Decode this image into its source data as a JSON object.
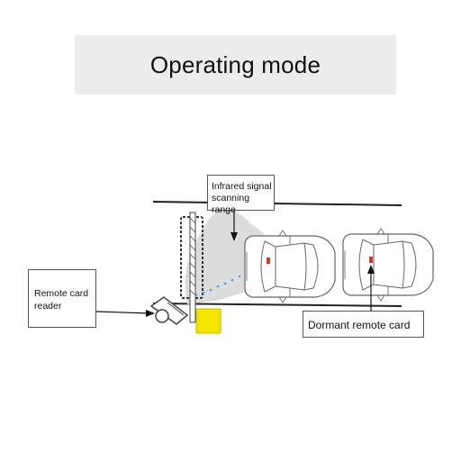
{
  "title": "Operating mode",
  "labels": {
    "infrared_line1": "Infrared signal",
    "infrared_line2": "scanning range",
    "reader_line1": "Remote card",
    "reader_line2": "reader",
    "dormant": "Dormant remote card"
  },
  "colors": {
    "banner_bg": "#ececec",
    "scan_area": "#dcdcdc",
    "signal_dots": "#6e9fd4",
    "card_box": "#f5e400",
    "remote_card": "#d23a2e",
    "road_line": "#222222",
    "car_outline": "#666666"
  },
  "icons": {
    "reader": "card-reader-icon",
    "barrier": "barrier-gate-icon",
    "car": "car-top-view-icon"
  }
}
